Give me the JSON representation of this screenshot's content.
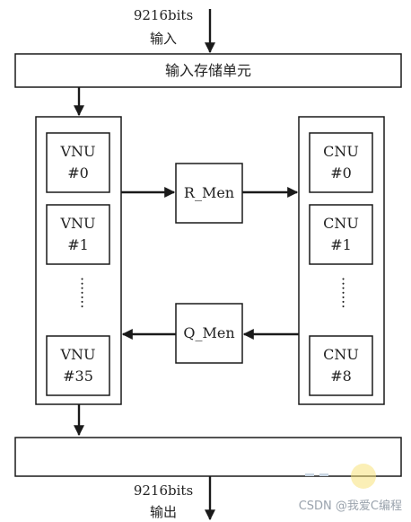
{
  "input": {
    "bits": "9216bits",
    "label": "输入"
  },
  "input_storage": {
    "label": "输入存储单元"
  },
  "vnu_units": [
    {
      "line1": "VNU",
      "line2": "#0"
    },
    {
      "line1": "VNU",
      "line2": "#1"
    },
    {
      "line1": "VNU",
      "line2": "#35"
    }
  ],
  "cnu_units": [
    {
      "line1": "CNU",
      "line2": "#0"
    },
    {
      "line1": "CNU",
      "line2": "#1"
    },
    {
      "line1": "CNU",
      "line2": "#8"
    }
  ],
  "ellipsis": "·······",
  "r_mem": {
    "label": "R_Men"
  },
  "q_mem": {
    "label": "Q_Men"
  },
  "output_storage": {
    "label": ""
  },
  "output": {
    "bits": "9216bits",
    "label": "输出"
  },
  "watermark": "CSDN @我爱C编程",
  "colors": {
    "line": "#1a1a1a",
    "watermark": "#9aa3ad",
    "accent_blob": "#f7e27a"
  }
}
